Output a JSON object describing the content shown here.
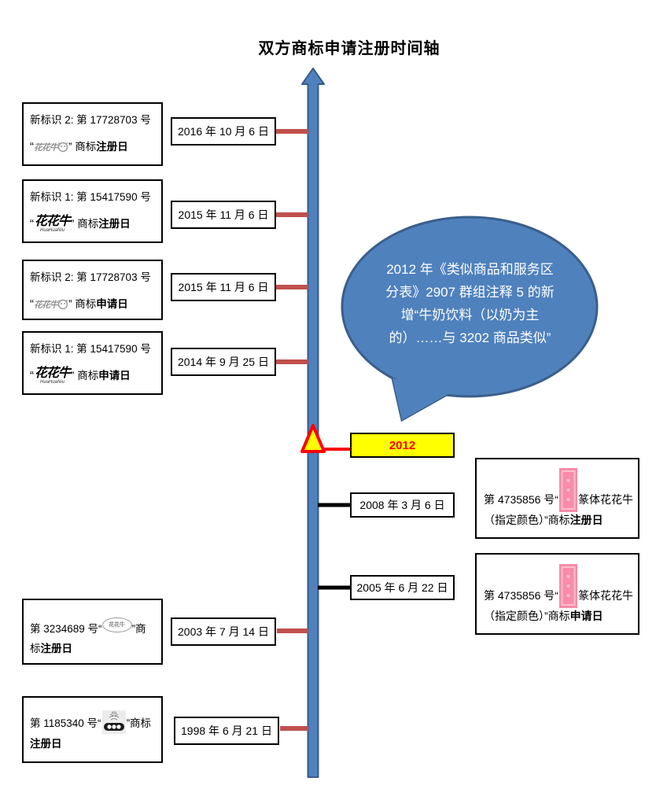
{
  "title": "双方商标申请注册时间轴",
  "colors": {
    "axis_fill": "#4F81BD",
    "axis_border": "#385D8A",
    "tick_red": "#C0504D",
    "tick_black": "#000000",
    "callout_fill": "#4F81BD",
    "callout_border": "#3A5F8B",
    "marker_line_red": "#FF0000",
    "marker_fill": "#FFFF00",
    "marker_border": "#FF0000",
    "highlight_box_fill": "#FFFF00",
    "highlight_box_text": "#FF0000",
    "seal_pink": "#F98CA6",
    "seal_pink_light": "#FBBECD"
  },
  "callout": {
    "lines": [
      "2012 年《类似商品和服务区",
      "分表》2907 群组注释 5 的新",
      "增“牛奶饮料（以奶为主",
      "的）……与 3202 商品类似”"
    ]
  },
  "highlight": {
    "year": "2012"
  },
  "left_events": [
    {
      "line1": "新标识 2: 第 17728703 号",
      "quote_open": "“",
      "logo_text": "花花牛",
      "after_logo": "” 商标",
      "emph": "注册日",
      "date": "2016 年 10 月 6 日"
    },
    {
      "line1": "新标识 1: 第 15417590 号",
      "quote_open": "“",
      "logo_text": "花花牛",
      "logo_sub": "HuaHuaNiu",
      "after_logo": "” 商标",
      "emph": "注册日",
      "date": "2015 年 11 月 6 日"
    },
    {
      "line1": "新标识 2: 第 17728703 号",
      "quote_open": "“",
      "logo_text": "花花牛",
      "after_logo": "” 商标",
      "emph": "申请日",
      "date": "2015 年 11 月 6 日"
    },
    {
      "line1": "新标识 1: 第 15417590 号",
      "quote_open": "“",
      "logo_text": "花花牛",
      "logo_sub": "HuaHuaNiu",
      "after_logo": "” 商标",
      "emph": "申请日",
      "date": "2014 年 9 月 25 日"
    }
  ],
  "old_events": [
    {
      "prefix": "第 3234689 号“",
      "logo_text": "花花牛",
      "after_logo": "”商",
      "line2_pre": "标",
      "emph": "注册日",
      "date": "2003 年 7 月 14 日"
    },
    {
      "prefix": "第 1185340 号“",
      "after_logo": "”商标",
      "emph": "注册日",
      "date": "1998 年 6 月 21 日"
    }
  ],
  "right_events": [
    {
      "prefix": "第 4735856 号“",
      "seal_label": "篆体花花牛",
      "line2": "（指定颜色）”商标",
      "emph": "注册日",
      "date": "2008 年 3 月 6 日"
    },
    {
      "prefix": "第 4735856 号“",
      "seal_label": "篆体花花牛",
      "line2": "（指定颜色）”商标",
      "emph": "申请日",
      "date": "2005 年 6 月 22 日"
    }
  ]
}
